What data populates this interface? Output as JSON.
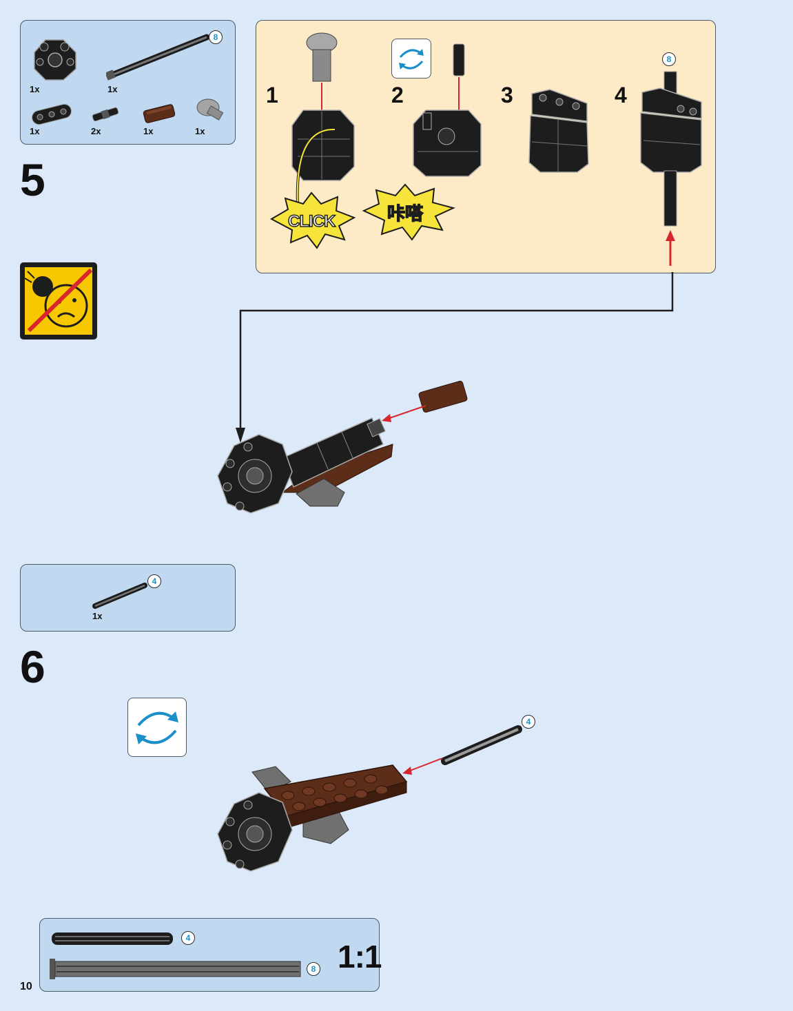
{
  "page_number": "10",
  "colors": {
    "background": "#dce9f8",
    "parts_panel": "#c0d9f0",
    "sub_panel": "#fcebc6",
    "arrow": "#d8262f",
    "badge_text": "#1a8fc8",
    "warning": "#f7c700",
    "brick_black": "#1d1d1d",
    "brick_brown": "#5c2d18",
    "brick_grey": "#707070"
  },
  "step5": {
    "number": "5",
    "parts": [
      {
        "icon": "octagonal-connector-icon",
        "qty": "1x"
      },
      {
        "icon": "axle-8-icon",
        "qty": "1x",
        "badge": "8"
      },
      {
        "icon": "beam-3-icon",
        "qty": "1x"
      },
      {
        "icon": "connector-peg-icon",
        "qty": "2x"
      },
      {
        "icon": "round-brick-brown-icon",
        "qty": "1x"
      },
      {
        "icon": "projectile-cap-icon",
        "qty": "1x"
      }
    ],
    "substeps": [
      {
        "label": "1"
      },
      {
        "label": "2"
      },
      {
        "label": "3"
      },
      {
        "label": "4",
        "badge": "8"
      }
    ],
    "click_text": "CLICK",
    "click_text_cn": "咔嗒",
    "warning_icon": "no-shooting-at-face-icon"
  },
  "step6": {
    "number": "6",
    "parts": [
      {
        "icon": "axle-4-icon",
        "qty": "1x",
        "badge": "4"
      }
    ],
    "callout_badge": "4",
    "rotate_icon": "rotate-model-icon"
  },
  "scale_box": {
    "label": "1:1",
    "items": [
      {
        "icon": "axle-4-actual-size-icon",
        "badge": "4"
      },
      {
        "icon": "axle-8-actual-size-icon",
        "badge": "8"
      }
    ]
  }
}
